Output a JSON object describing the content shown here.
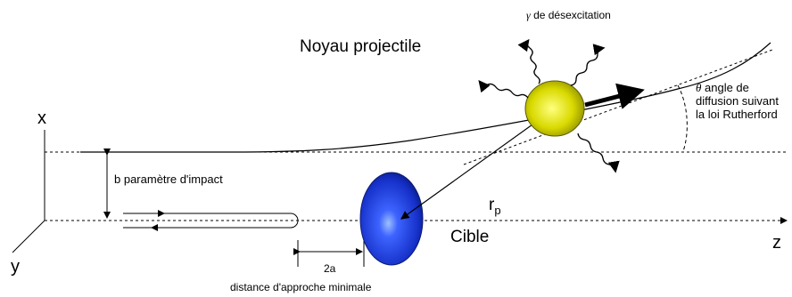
{
  "labels": {
    "projectile": "Noyau projectile",
    "gamma_symbol": "γ",
    "gamma": "de désexcitation",
    "theta_symbol": "θ",
    "theta_line1": "angle de",
    "theta_line2": "diffusion suivant",
    "theta_line3": "la loi Rutherford",
    "impact": "b paramètre d'impact",
    "rp": "r",
    "rp_sub": "p",
    "target": "Cible",
    "two_a": "2a",
    "min_distance": "distance d'approche minimale",
    "axis_x": "x",
    "axis_y": "y",
    "axis_z": "z"
  },
  "colors": {
    "projectile_fill": "#e6e600",
    "target_fill": "#1f3fe0",
    "line": "#000000"
  }
}
